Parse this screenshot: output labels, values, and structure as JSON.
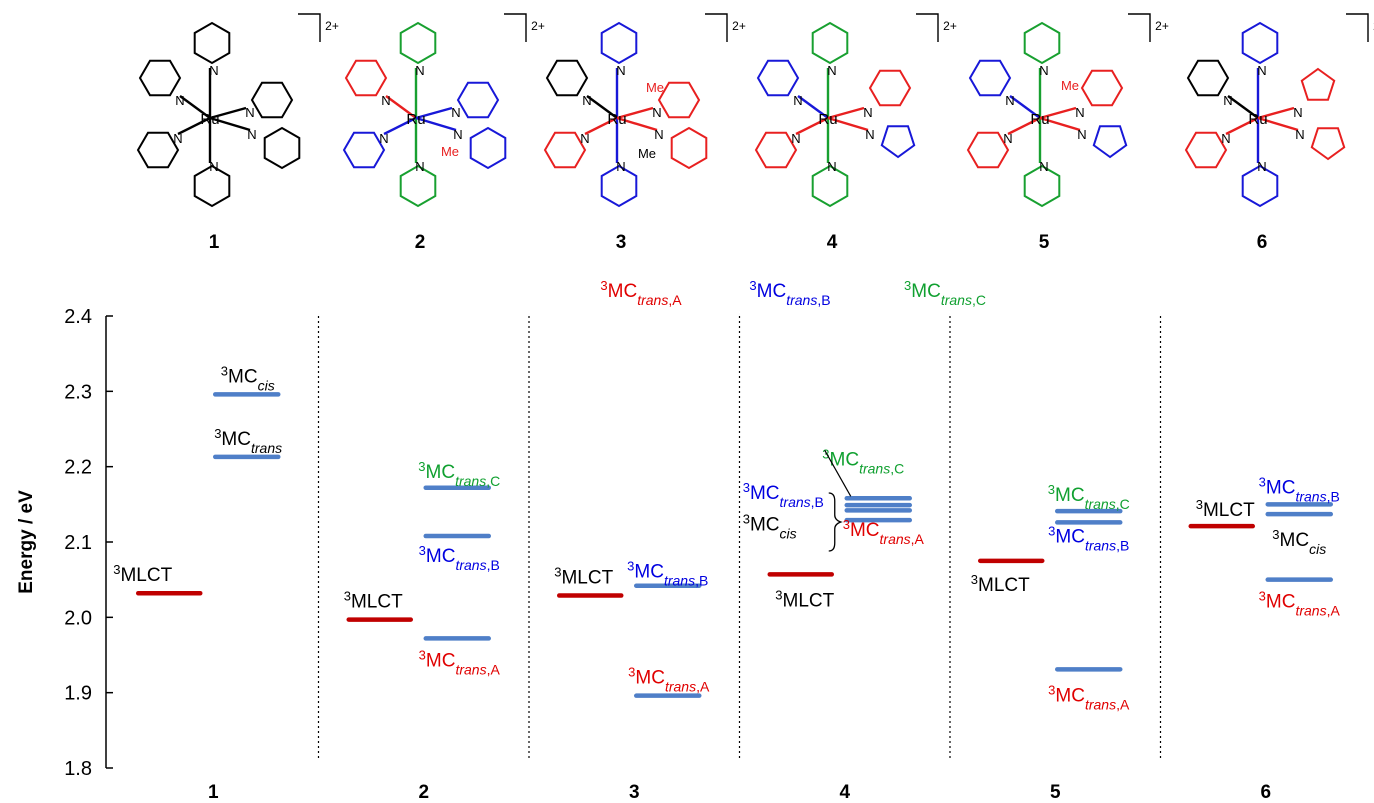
{
  "colors": {
    "mlct": "#c00000",
    "mc_level": "#4f7fc8",
    "label_black": "#000000",
    "label_red": "#e00000",
    "label_blue": "#0000e0",
    "label_green": "#10a030"
  },
  "structures": {
    "charge": "2+",
    "metal": "Ru",
    "nitrogen": "N",
    "methyl": "Me",
    "compounds": [
      "1",
      "2",
      "3",
      "4",
      "5",
      "6"
    ]
  },
  "legend": {
    "items": [
      {
        "sup": "3",
        "base": "MC",
        "sub_italic": "trans",
        "sub_rest": ",A",
        "color": "#e00000"
      },
      {
        "sup": "3",
        "base": "MC",
        "sub_italic": "trans",
        "sub_rest": ",B",
        "color": "#0000e0"
      },
      {
        "sup": "3",
        "base": "MC",
        "sub_italic": "trans",
        "sub_rest": ",C",
        "color": "#10a030"
      }
    ]
  },
  "chart_data": {
    "type": "energy-level-diagram",
    "ylabel": "Energy / eV",
    "ylim": [
      1.8,
      2.4
    ],
    "yticks": [
      "1.8",
      "1.9",
      "2.0",
      "2.1",
      "2.2",
      "2.3",
      "2.4"
    ],
    "categories": [
      "1",
      "2",
      "3",
      "4",
      "5",
      "6"
    ],
    "compounds": [
      {
        "name": "1",
        "levels": [
          {
            "state": "3MLCT",
            "energy": 2.032,
            "kind": "mlct",
            "label": {
              "sup": "3",
              "base": "MLCT",
              "sub_italic": "",
              "sub_rest": "",
              "color": "#000000"
            }
          },
          {
            "state": "3MC_cis",
            "energy": 2.296,
            "kind": "mc",
            "label": {
              "sup": "3",
              "base": "MC",
              "sub_italic": "cis",
              "sub_rest": "",
              "color": "#000000"
            }
          },
          {
            "state": "3MC_trans",
            "energy": 2.213,
            "kind": "mc",
            "label": {
              "sup": "3",
              "base": "MC",
              "sub_italic": "trans",
              "sub_rest": "",
              "color": "#000000"
            }
          }
        ]
      },
      {
        "name": "2",
        "levels": [
          {
            "state": "3MLCT",
            "energy": 1.997,
            "kind": "mlct",
            "label": {
              "sup": "3",
              "base": "MLCT",
              "sub_italic": "",
              "sub_rest": "",
              "color": "#000000"
            }
          },
          {
            "state": "3MC_trans,C",
            "energy": 2.172,
            "kind": "mc",
            "label": {
              "sup": "3",
              "base": "MC",
              "sub_italic": "trans",
              "sub_rest": ",C",
              "color": "#10a030"
            }
          },
          {
            "state": "3MC_trans,B",
            "energy": 2.108,
            "kind": "mc",
            "label": {
              "sup": "3",
              "base": "MC",
              "sub_italic": "trans",
              "sub_rest": ",B",
              "color": "#0000e0"
            }
          },
          {
            "state": "3MC_trans,A",
            "energy": 1.972,
            "kind": "mc",
            "label": {
              "sup": "3",
              "base": "MC",
              "sub_italic": "trans",
              "sub_rest": ",A",
              "color": "#e00000"
            }
          }
        ]
      },
      {
        "name": "3",
        "levels": [
          {
            "state": "3MLCT",
            "energy": 2.029,
            "kind": "mlct",
            "label": {
              "sup": "3",
              "base": "MLCT",
              "sub_italic": "",
              "sub_rest": "",
              "color": "#000000"
            }
          },
          {
            "state": "3MC_trans,B",
            "energy": 2.042,
            "kind": "mc",
            "label": {
              "sup": "3",
              "base": "MC",
              "sub_italic": "trans",
              "sub_rest": ",B",
              "color": "#0000e0"
            }
          },
          {
            "state": "3MC_trans,A",
            "energy": 1.896,
            "kind": "mc",
            "label": {
              "sup": "3",
              "base": "MC",
              "sub_italic": "trans",
              "sub_rest": ",A",
              "color": "#e00000"
            }
          }
        ]
      },
      {
        "name": "4",
        "levels": [
          {
            "state": "3MLCT",
            "energy": 2.057,
            "kind": "mlct",
            "label": {
              "sup": "3",
              "base": "MLCT",
              "sub_italic": "",
              "sub_rest": "",
              "color": "#000000"
            }
          },
          {
            "state": "3MC_trans,C",
            "energy": 2.158,
            "kind": "mc",
            "label": {
              "sup": "3",
              "base": "MC",
              "sub_italic": "trans",
              "sub_rest": ",C",
              "color": "#10a030"
            }
          },
          {
            "state": "3MC_trans,B",
            "energy": 2.149,
            "kind": "mc",
            "label": {
              "sup": "3",
              "base": "MC",
              "sub_italic": "trans",
              "sub_rest": ",B",
              "color": "#0000e0"
            }
          },
          {
            "state": "3MC_cis",
            "energy": 2.142,
            "kind": "mc",
            "label": {
              "sup": "3",
              "base": "MC",
              "sub_italic": "cis",
              "sub_rest": "",
              "color": "#000000"
            }
          },
          {
            "state": "3MC_trans,A",
            "energy": 2.129,
            "kind": "mc",
            "label": {
              "sup": "3",
              "base": "MC",
              "sub_italic": "trans",
              "sub_rest": ",A",
              "color": "#e00000"
            }
          }
        ]
      },
      {
        "name": "5",
        "levels": [
          {
            "state": "3MLCT",
            "energy": 2.075,
            "kind": "mlct",
            "label": {
              "sup": "3",
              "base": "MLCT",
              "sub_italic": "",
              "sub_rest": "",
              "color": "#000000"
            }
          },
          {
            "state": "3MC_trans,C",
            "energy": 2.141,
            "kind": "mc",
            "label": {
              "sup": "3",
              "base": "MC",
              "sub_italic": "trans",
              "sub_rest": ",C",
              "color": "#10a030"
            }
          },
          {
            "state": "3MC_trans,B",
            "energy": 2.126,
            "kind": "mc",
            "label": {
              "sup": "3",
              "base": "MC",
              "sub_italic": "trans",
              "sub_rest": ",B",
              "color": "#0000e0"
            }
          },
          {
            "state": "3MC_trans,A",
            "energy": 1.931,
            "kind": "mc",
            "label": {
              "sup": "3",
              "base": "MC",
              "sub_italic": "trans",
              "sub_rest": ",A",
              "color": "#e00000"
            }
          }
        ]
      },
      {
        "name": "6",
        "levels": [
          {
            "state": "3MLCT",
            "energy": 2.121,
            "kind": "mlct",
            "label": {
              "sup": "3",
              "base": "MLCT",
              "sub_italic": "",
              "sub_rest": "",
              "color": "#000000"
            }
          },
          {
            "state": "3MC_trans,B",
            "energy": 2.15,
            "kind": "mc",
            "label": {
              "sup": "3",
              "base": "MC",
              "sub_italic": "trans",
              "sub_rest": ",B",
              "color": "#0000e0"
            }
          },
          {
            "state": "3MC_cis",
            "energy": 2.137,
            "kind": "mc",
            "label": {
              "sup": "3",
              "base": "MC",
              "sub_italic": "cis",
              "sub_rest": "",
              "color": "#000000"
            }
          },
          {
            "state": "3MC_trans,A",
            "energy": 2.05,
            "kind": "mc",
            "label": {
              "sup": "3",
              "base": "MC",
              "sub_italic": "trans",
              "sub_rest": ",A",
              "color": "#e00000"
            }
          }
        ]
      }
    ]
  }
}
